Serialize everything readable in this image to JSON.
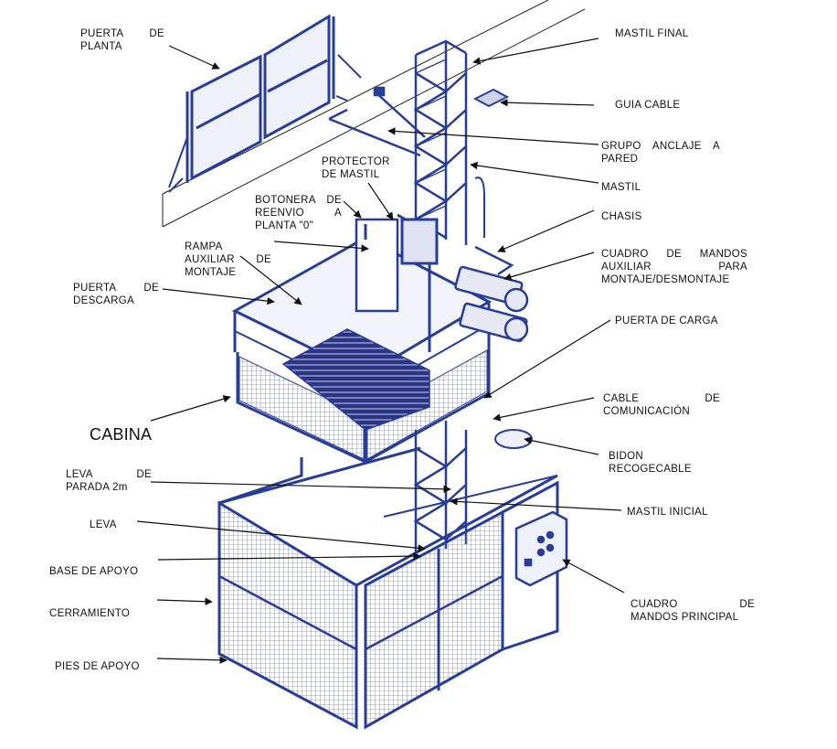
{
  "colors": {
    "frame": "#283c9a",
    "mesh": "#9aa0c0",
    "line": "#111111"
  },
  "labels": {
    "puerta_planta": [
      "PUERTA DE",
      "PLANTA"
    ],
    "mastil_final": "MASTIL FINAL",
    "guia_cable": "GUIA CABLE",
    "grupo_anclaje": [
      "GRUPO ANCLAJE A",
      "PARED"
    ],
    "protector_mastil": [
      "PROTECTOR",
      "DE MASTIL"
    ],
    "mastil": "MASTIL",
    "botonera": [
      "BOTONERA DE",
      "REENVIO A",
      "PLANTA \"0\""
    ],
    "chasis": "CHASIS",
    "rampa": [
      "RAMPA",
      "AUXILIAR DE",
      "MONTAJE"
    ],
    "cuadro_auxiliar": [
      "CUADRO DE MANDOS",
      "AUXILIAR PARA",
      "MONTAJE/DESMONTAJE"
    ],
    "puerta_descarga": [
      "PUERTA DE",
      "DESCARGA"
    ],
    "puerta_carga": "PUERTA DE CARGA",
    "cable_comunicacion": [
      "CABLE DE",
      "COMUNICACIÓN"
    ],
    "cabina": "CABINA",
    "bidon": [
      "BIDON",
      "RECOGECABLE"
    ],
    "leva_parada": [
      "LEVA DE",
      "PARADA 2m"
    ],
    "mastil_inicial": "MASTIL INICIAL",
    "leva": "LEVA",
    "base_apoyo": "BASE DE APOYO",
    "cerramiento": "CERRAMIENTO",
    "cuadro_principal": [
      "CUADRO DE",
      "MANDOS PRINCIPAL"
    ],
    "pies_apoyo": "PIES DE APOYO"
  }
}
